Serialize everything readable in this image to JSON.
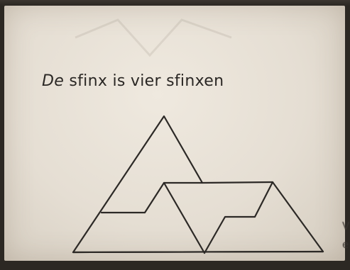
{
  "heading": {
    "first_word": "De",
    "rest": "sfinx is vier sfinxen"
  },
  "edge_text": {
    "line1": "V",
    "line2": "e"
  },
  "colors": {
    "paper": "#e8e2d8",
    "ink": "#2a2724",
    "background": "#2a2622"
  },
  "figure": {
    "name": "sphinx tiling",
    "pieces": 4
  }
}
